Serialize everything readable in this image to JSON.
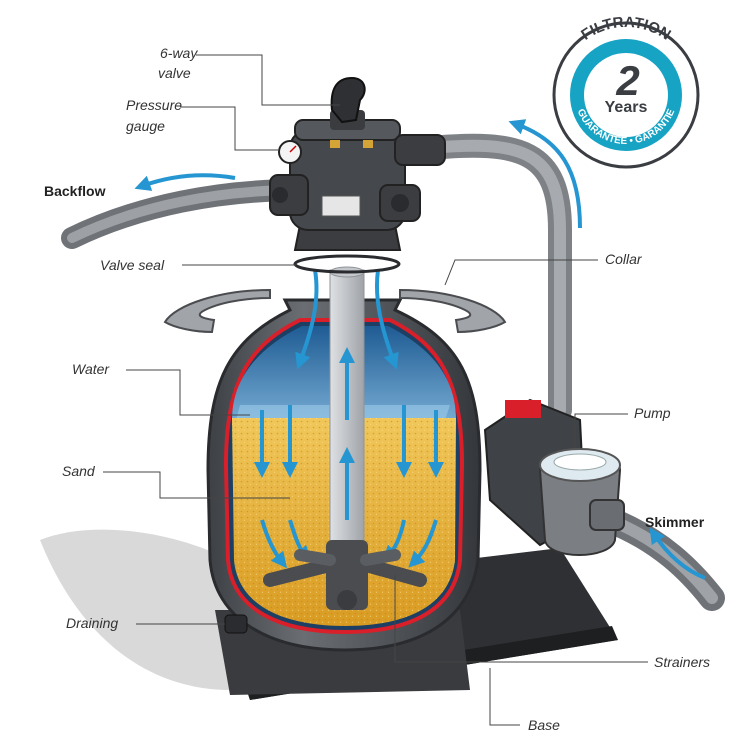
{
  "labels": {
    "six_way_valve_line1": "6-way",
    "six_way_valve_line2": "valve",
    "pressure_gauge_line1": "Pressure",
    "pressure_gauge_line2": "gauge",
    "backflow": "Backflow",
    "valve_seal": "Valve seal",
    "collar": "Collar",
    "water": "Water",
    "sand": "Sand",
    "pump": "Pump",
    "skimmer": "Skimmer",
    "draining": "Draining",
    "strainers": "Strainers",
    "base": "Base"
  },
  "badge": {
    "top_text": "FILTRATION",
    "number": "2",
    "unit": "Years",
    "ring_text": "GUARANTEE • GARANTIE"
  },
  "colors": {
    "tank_body": "#55585d",
    "tank_outline": "#2a2b2e",
    "water": "#3f86c0",
    "sand": "#e7b13a",
    "cutaway_edge": "#d81f2a",
    "flow_arrow": "#2596d1",
    "pipe": "#8c8f94",
    "base": "#3a3b3e",
    "badge_dark": "#3a3d42",
    "badge_teal": "#16a3c4"
  }
}
